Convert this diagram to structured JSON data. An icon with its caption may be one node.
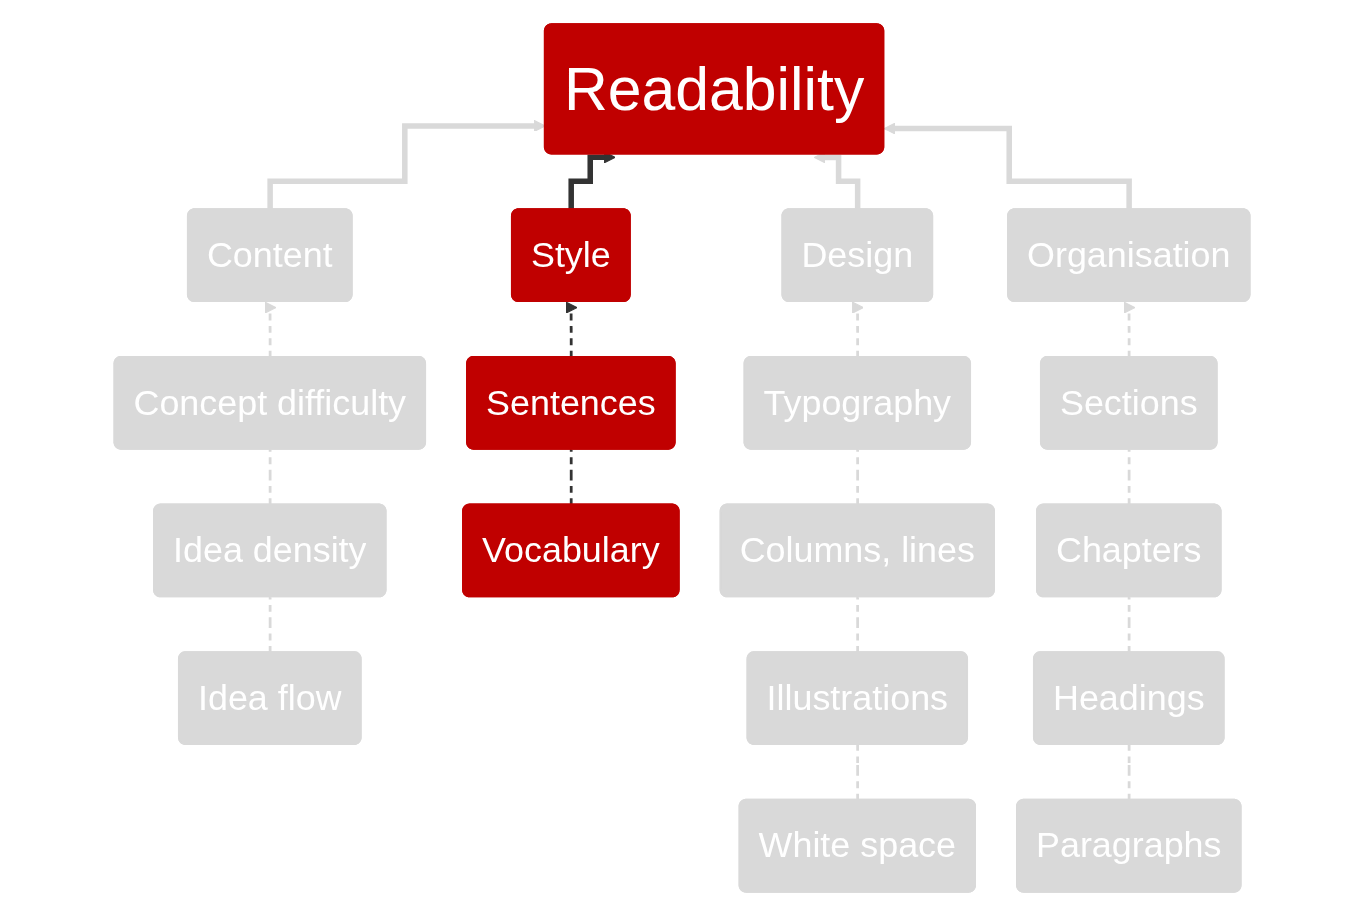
{
  "diagram": {
    "nodes": [
      {
        "text": [
          "Readability"
        ]
      },
      {
        "text": [
          "Content"
        ]
      },
      {
        "text": [
          "Style"
        ]
      },
      {
        "text": [
          "Design"
        ]
      },
      {
        "text": [
          "Organisation"
        ]
      },
      {
        "text": [
          "Concept difficulty"
        ]
      },
      {
        "text": [
          "Idea density"
        ]
      },
      {
        "text": [
          "Idea flow"
        ]
      },
      {
        "text": [
          "Sentences"
        ]
      },
      {
        "text": [
          "Vocabulary"
        ]
      },
      {
        "text": [
          "Typography"
        ]
      },
      {
        "text": [
          "Columns, lines"
        ]
      },
      {
        "text": [
          "Illustrations"
        ]
      },
      {
        "text": [
          "White space"
        ]
      },
      {
        "text": [
          "Sections"
        ]
      },
      {
        "text": [
          "Chapters"
        ]
      },
      {
        "text": [
          "Headings"
        ]
      },
      {
        "text": [
          "Paragraphs"
        ]
      }
    ],
    "edges": [
      {
        "from": 1,
        "to": 0,
        "arrow": "to",
        "style": "thick"
      },
      {
        "from": 2,
        "to": 0,
        "arrow": "to",
        "style": "thick",
        "color": "#333333"
      },
      {
        "from": 3,
        "to": 0,
        "arrow": "to",
        "style": "thick"
      },
      {
        "from": 4,
        "to": 0,
        "arrow": "to",
        "style": "thick"
      },
      {
        "from": 5,
        "to": 1,
        "arrow": "to",
        "style": "dashed"
      },
      {
        "from": 6,
        "to": 5,
        "arrow": "none",
        "style": "dashed"
      },
      {
        "from": 7,
        "to": 6,
        "arrow": "none",
        "style": "dashed"
      },
      {
        "from": 8,
        "to": 2,
        "arrow": "to",
        "style": "dashed",
        "color": "#333333"
      },
      {
        "from": 9,
        "to": 8,
        "arrow": "none",
        "style": "dashed",
        "color": "#333333"
      },
      {
        "from": 10,
        "to": 3,
        "arrow": "to",
        "style": "dashed"
      },
      {
        "from": 11,
        "to": 10,
        "arrow": "none",
        "style": "dashed"
      },
      {
        "from": 12,
        "to": 11,
        "arrow": "none",
        "style": "dashed"
      },
      {
        "from": 13,
        "to": 12,
        "arrow": "none",
        "style": "dashed"
      },
      {
        "from": 14,
        "to": 4,
        "arrow": "to",
        "style": "dashed"
      },
      {
        "from": 15,
        "to": 14,
        "arrow": "none",
        "style": "dashed"
      },
      {
        "from": 16,
        "to": 15,
        "arrow": "none",
        "style": "dashed"
      },
      {
        "from": 17,
        "to": 16,
        "arrow": "none",
        "style": "dashed"
      }
    ]
  }
}
